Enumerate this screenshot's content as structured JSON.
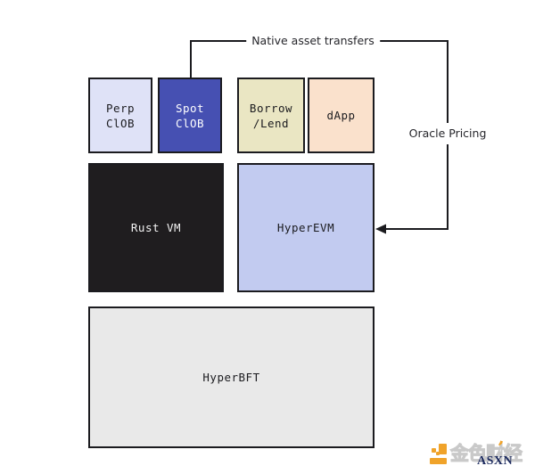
{
  "diagram": {
    "annotations": {
      "native_asset_transfers": "Native asset transfers",
      "oracle_pricing": "Oracle Pricing"
    },
    "boxes": {
      "perp_clob": {
        "line1": "Perp",
        "line2": "ClOB",
        "fill": "#dfe2f7",
        "text_color": "#1b1b1f"
      },
      "spot_clob": {
        "line1": "Spot",
        "line2": "ClOB",
        "fill": "#4650b2",
        "text_color": "#ffffff"
      },
      "borrow_lend": {
        "line1": "Borrow",
        "line2": "/Lend",
        "fill": "#eae6c3",
        "text_color": "#1b1b1f"
      },
      "dapp": {
        "label": "dApp",
        "fill": "#fae1cc",
        "text_color": "#1b1b1f"
      },
      "rust_vm": {
        "label": "Rust VM",
        "fill": "#1f1d1f",
        "text_color": "#f2f2f2"
      },
      "hyperevm": {
        "label": "HyperEVM",
        "fill": "#c2cbf0",
        "text_color": "#1b1b1f"
      },
      "hyperbft": {
        "label": "HyperBFT",
        "fill": "#e9e9e9",
        "text_color": "#1b1b1f"
      }
    },
    "line_color": "#1b1b1f",
    "background": "#ffffff"
  },
  "watermark": {
    "brand_cn": "金色财经",
    "brand_en": "ASXN",
    "logo_color": "#f0a32a",
    "brand_cn_color": "#d9d9d9",
    "brand_en_color": "#1c2a5e",
    "tick": "’"
  }
}
